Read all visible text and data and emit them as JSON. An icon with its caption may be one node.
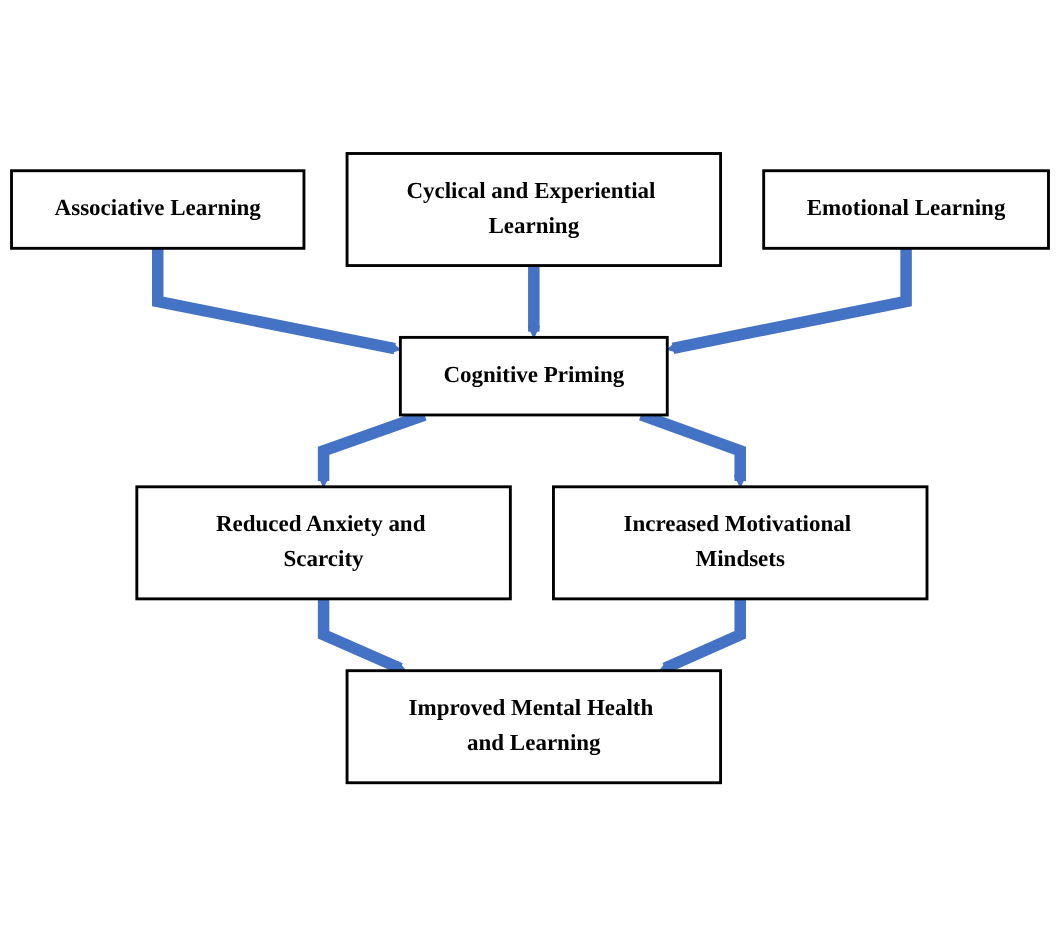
{
  "diagram": {
    "nodes": [
      {
        "text": [
          "Associative Learning"
        ]
      },
      {
        "text": [
          "Cyclical and Experiential Learning"
        ]
      },
      {
        "text": [
          "Emotional Learning"
        ]
      },
      {
        "text": [
          "Cognitive Priming"
        ]
      },
      {
        "text": [
          "Reduced Anxiety and Scarcity"
        ]
      },
      {
        "text": [
          "Increased Motivational Mindsets"
        ]
      },
      {
        "text": [
          "Improved Mental Health and Learning"
        ]
      }
    ],
    "edges": [
      {
        "from": 0,
        "to": 3,
        "arrow": "to"
      },
      {
        "from": 1,
        "to": 3,
        "arrow": "to"
      },
      {
        "from": 2,
        "to": 3,
        "arrow": "to"
      },
      {
        "from": 3,
        "to": 4,
        "arrow": "to"
      },
      {
        "from": 3,
        "to": 5,
        "arrow": "to"
      },
      {
        "from": 4,
        "to": 6,
        "arrow": "to"
      },
      {
        "from": 5,
        "to": 6,
        "arrow": "to"
      }
    ]
  }
}
